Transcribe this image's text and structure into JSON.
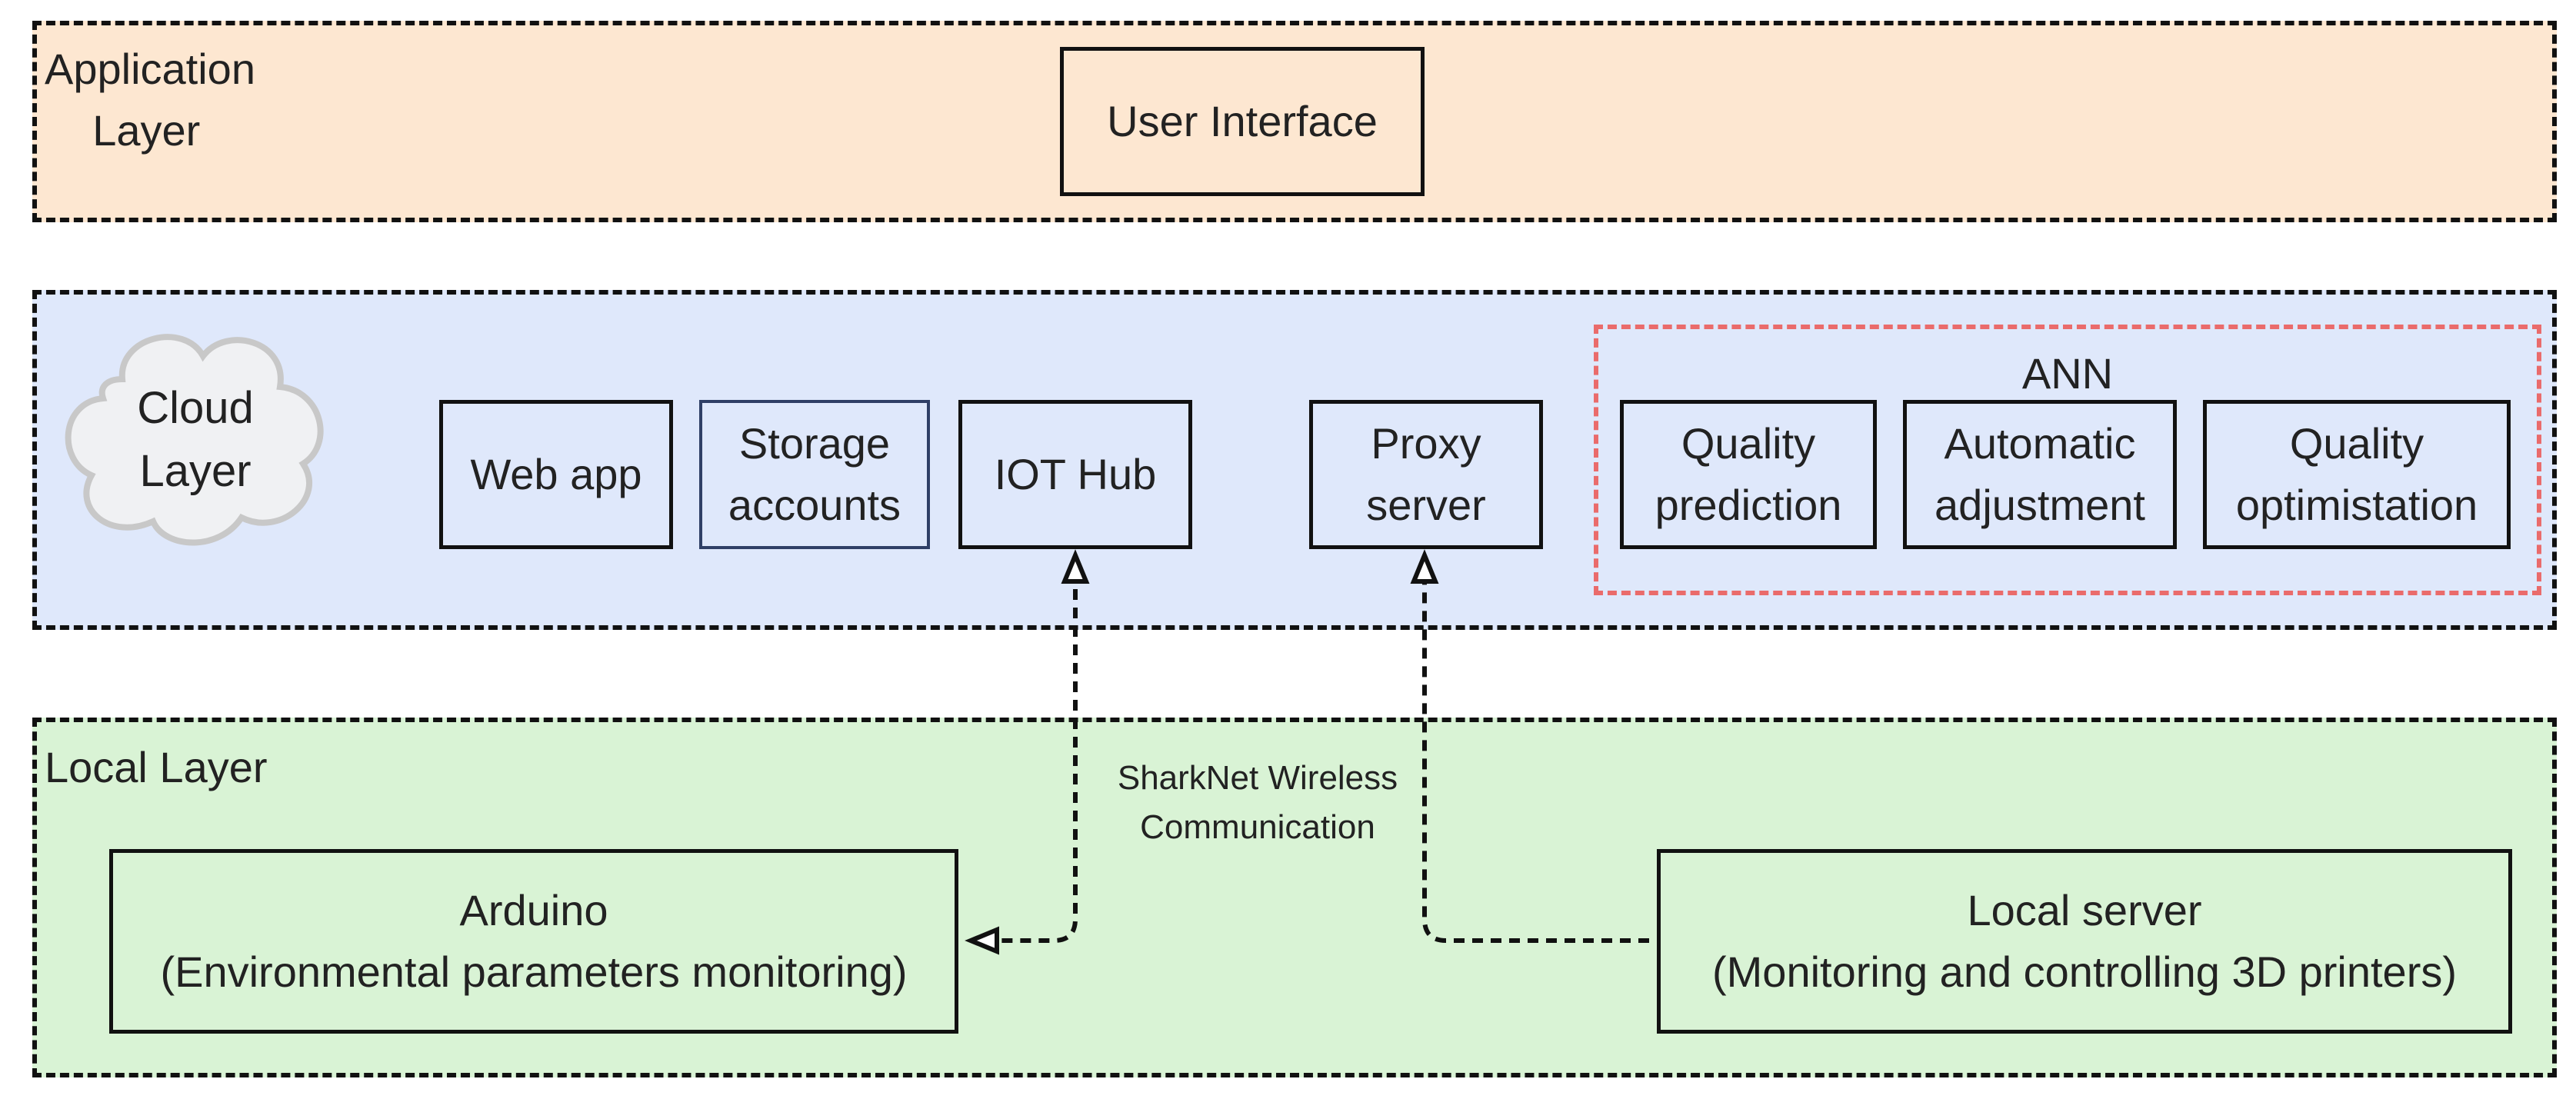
{
  "layers": {
    "application": "Application\n    Layer",
    "cloud": "Cloud\nLayer",
    "local": "Local Layer"
  },
  "nodes": {
    "user_interface": "User Interface",
    "web_app": "Web app",
    "storage_accounts": "Storage\naccounts",
    "iot_hub": "IOT Hub",
    "proxy_server": "Proxy\nserver",
    "ann": "ANN",
    "quality_prediction": "Quality\nprediction",
    "automatic_adjustment": "Automatic\nadjustment",
    "quality_optimisation": "Quality\noptimistation",
    "arduino": "Arduino\n(Environmental parameters monitoring)",
    "local_server": "Local server\n(Monitoring and controlling 3D printers)"
  },
  "edges": {
    "wireless_label": "SharkNet Wireless\nCommunication"
  },
  "colors": {
    "application_layer": "#fde7d1",
    "cloud_layer": "#dfe8fb",
    "local_layer": "#d9f3d5",
    "ann_border": "#ea6b6b"
  }
}
